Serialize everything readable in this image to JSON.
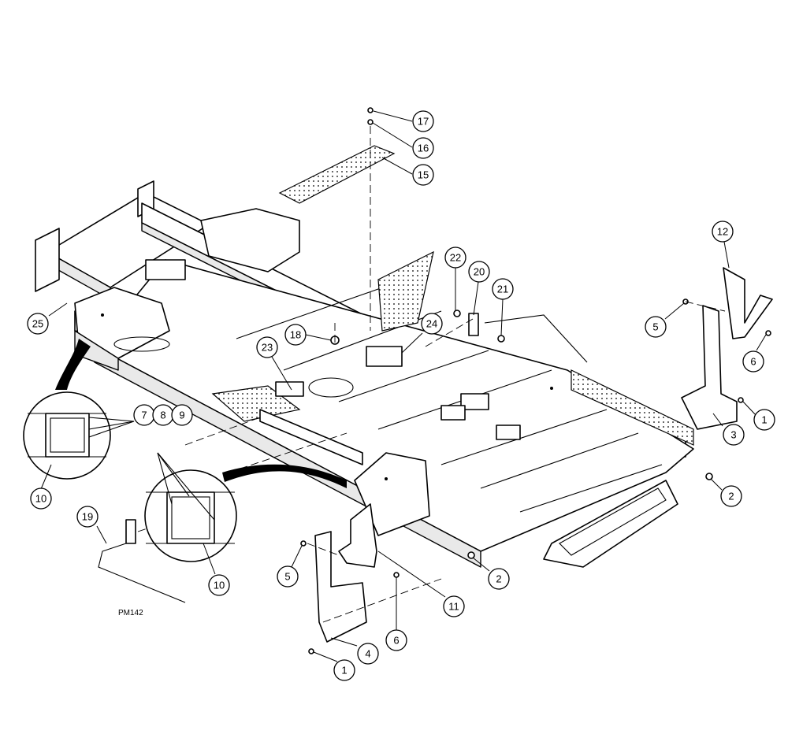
{
  "figure_code": "PM142",
  "callouts": [
    {
      "label": "17"
    },
    {
      "label": "16"
    },
    {
      "label": "15"
    },
    {
      "label": "22"
    },
    {
      "label": "20"
    },
    {
      "label": "21"
    },
    {
      "label": "12"
    },
    {
      "label": "5"
    },
    {
      "label": "6"
    },
    {
      "label": "18"
    },
    {
      "label": "24"
    },
    {
      "label": "23"
    },
    {
      "label": "25"
    },
    {
      "label": "7"
    },
    {
      "label": "8"
    },
    {
      "label": "9"
    },
    {
      "label": "10"
    },
    {
      "label": "1"
    },
    {
      "label": "3"
    },
    {
      "label": "2"
    },
    {
      "label": "19"
    },
    {
      "label": "10"
    },
    {
      "label": "5"
    },
    {
      "label": "2"
    },
    {
      "label": "11"
    },
    {
      "label": "6"
    },
    {
      "label": "4"
    },
    {
      "label": "1"
    }
  ]
}
